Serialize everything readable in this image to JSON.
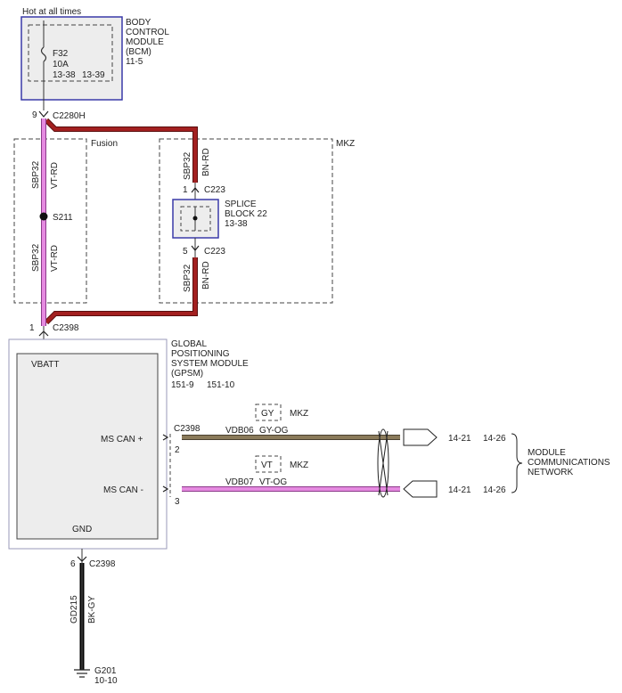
{
  "top_label": "Hot at all times",
  "bcm": {
    "name_lines": [
      "BODY",
      "CONTROL",
      "MODULE",
      "(BCM)",
      "11-5"
    ],
    "fuse_name": "F32",
    "fuse_rating": "10A",
    "fuse_ref_left": "13-38",
    "fuse_ref_right": "13-39"
  },
  "c2280h": {
    "pin": "9",
    "name": "C2280H"
  },
  "fusion_label": "Fusion",
  "mkz_label": "MKZ",
  "fusion_wire_top": {
    "circuit": "SBP32",
    "color": "VT-RD"
  },
  "fusion_wire_bottom": {
    "circuit": "SBP32",
    "color": "VT-RD"
  },
  "splice_s211": "S211",
  "mkz_wire_top": {
    "circuit": "SBP32",
    "color": "BN-RD"
  },
  "mkz_wire_bottom": {
    "circuit": "SBP32",
    "color": "BN-RD"
  },
  "c223_top": {
    "pin": "1",
    "name": "C223"
  },
  "c223_bottom": {
    "pin": "5",
    "name": "C223"
  },
  "splice_block": {
    "lines": [
      "SPLICE",
      "BLOCK 22",
      "13-38"
    ]
  },
  "c2398_top": {
    "pin": "1",
    "name": "C2398"
  },
  "gpsm": {
    "name_lines": [
      "GLOBAL",
      "POSITIONING",
      "SYSTEM MODULE",
      "(GPSM)"
    ],
    "ref_left": "151-9",
    "ref_right": "151-10",
    "vbatt": "VBATT",
    "ms_can_plus": "MS CAN +",
    "ms_can_minus": "MS CAN -",
    "gnd": "GND"
  },
  "can_connector": {
    "name": "C2398",
    "pin_plus": "2",
    "pin_minus": "3"
  },
  "option_gy": {
    "color": "GY",
    "variant": "MKZ"
  },
  "option_vt": {
    "color": "VT",
    "variant": "MKZ"
  },
  "wire_plus": {
    "circuit": "VDB06",
    "color": "GY-OG"
  },
  "wire_minus": {
    "circuit": "VDB07",
    "color": "VT-OG"
  },
  "ref_plus": {
    "left": "14-21",
    "right": "14-26"
  },
  "ref_minus": {
    "left": "14-21",
    "right": "14-26"
  },
  "network_lines": [
    "MODULE",
    "COMMUNICATIONS",
    "NETWORK"
  ],
  "c2398_bottom": {
    "pin": "6",
    "name": "C2398"
  },
  "ground_wire": {
    "circuit": "GD215",
    "color": "BK-GY"
  },
  "ground": {
    "name": "G201",
    "ref": "10-10"
  },
  "colors": {
    "vt_rd": "#e58ae0",
    "bn_rd": "#a32020",
    "gy_og": "#8a7a5a",
    "vt_og": "#e58ae0",
    "module_border": "#3a3aa8",
    "box_fill": "#ededed"
  }
}
